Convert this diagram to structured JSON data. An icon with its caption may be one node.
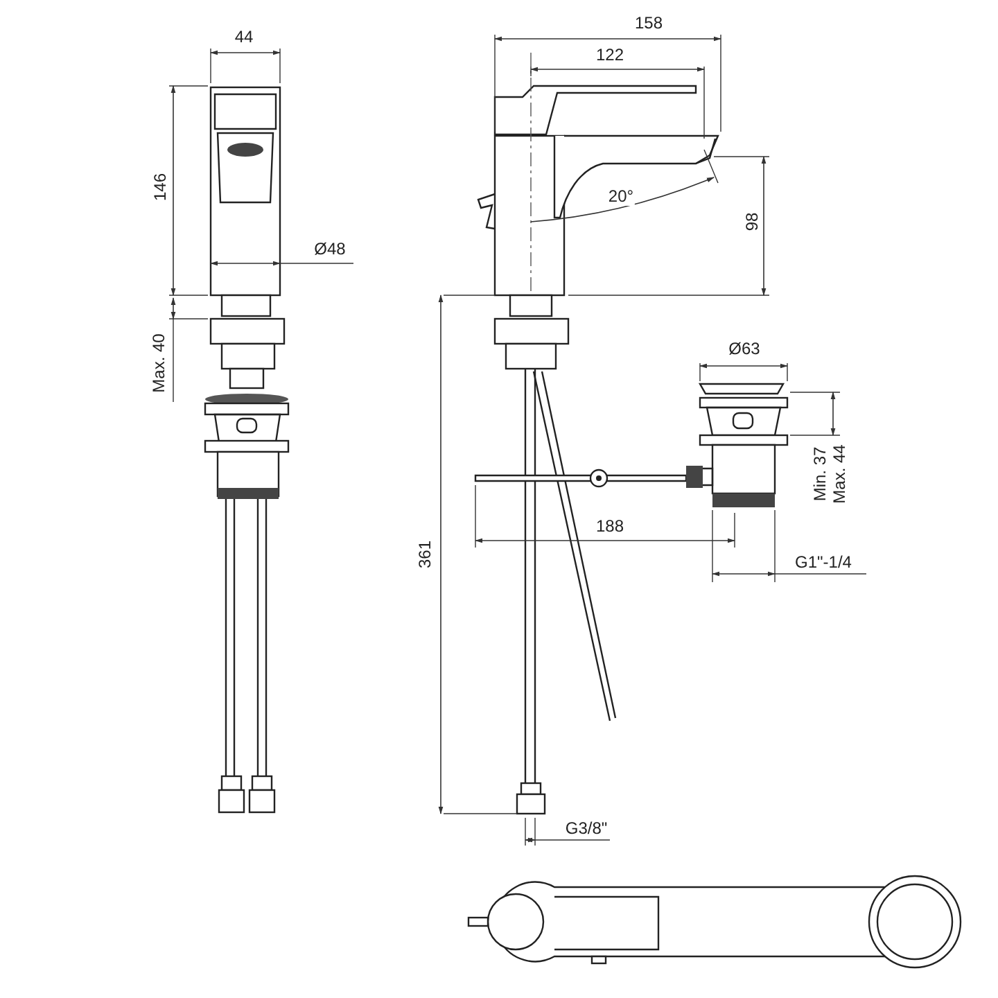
{
  "diagram": {
    "labels": [
      "44",
      "158",
      "122",
      "146",
      "20°",
      "98",
      "Ø48",
      "Max. 40",
      "Ø63",
      "Min. 37",
      "Max. 44",
      "188",
      "G1\"-1/4",
      "361",
      "G3/8\""
    ]
  }
}
